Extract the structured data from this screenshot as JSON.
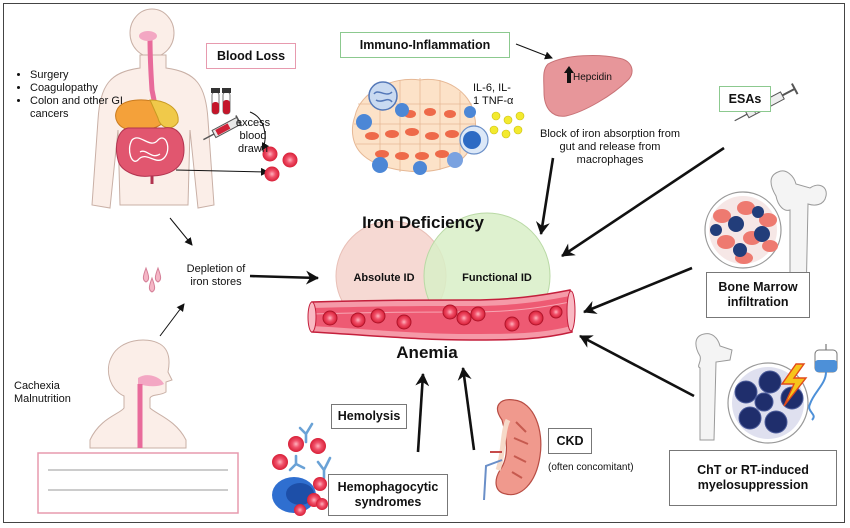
{
  "blood_loss": {
    "title": "Blood Loss",
    "causes": [
      "Surgery",
      "Coagulopathy",
      "Colon and other GI cancers"
    ],
    "excess_blood_drawn": "excess blood drawn"
  },
  "depletion": {
    "text": "Depletion of iron stores"
  },
  "cachexia": {
    "text": "Cachexia Malnutrition"
  },
  "immuno": {
    "title": "Immuno-Inflammation",
    "cytokines": "IL-6, IL-1 TNF-α"
  },
  "hepcidin": {
    "label": "Hepcidin",
    "effect": "Block of iron absorption from gut and release from macrophages"
  },
  "esas": {
    "title": "ESAs"
  },
  "bone_marrow": {
    "title": "Bone Marrow infiltration"
  },
  "chemo": {
    "title": "ChT or RT-induced myelosuppression"
  },
  "center": {
    "iron_deficiency": "Iron Deficiency",
    "absolute_id": "Absolute ID",
    "functional_id": "Functional ID",
    "anemia": "Anemia"
  },
  "hemolysis": {
    "title": "Hemolysis"
  },
  "hemophagocytic": {
    "title": "Hemophagocytic syndromes"
  },
  "ckd": {
    "title": "CKD",
    "note": "(often concomitant)"
  },
  "colors": {
    "pink_border": "#e79aae",
    "green_border": "#8cc98f",
    "absolute_circle": "#f6d9d3",
    "functional_circle": "#d8efc7",
    "vessel": "#e83e5c",
    "rbc": "#e62c43",
    "liver": "#e7969a",
    "nucleus": "#244c8c",
    "arrow": "#111111"
  },
  "icons": [
    "male-body-icon",
    "stomach-icon",
    "intestine-icon",
    "blood-tube-icon",
    "syringe-icon",
    "red-blood-cell-icon",
    "iron-drops-icon",
    "head-profile-icon",
    "inflamed-tissue-icon",
    "cytokine-dots-icon",
    "liver-icon",
    "up-arrow-icon",
    "bone-icon",
    "marrow-cells-icon",
    "lightning-icon",
    "iv-bag-icon",
    "blood-vessel-icon",
    "kidney-icon",
    "antibody-icon",
    "macrophage-icon"
  ]
}
